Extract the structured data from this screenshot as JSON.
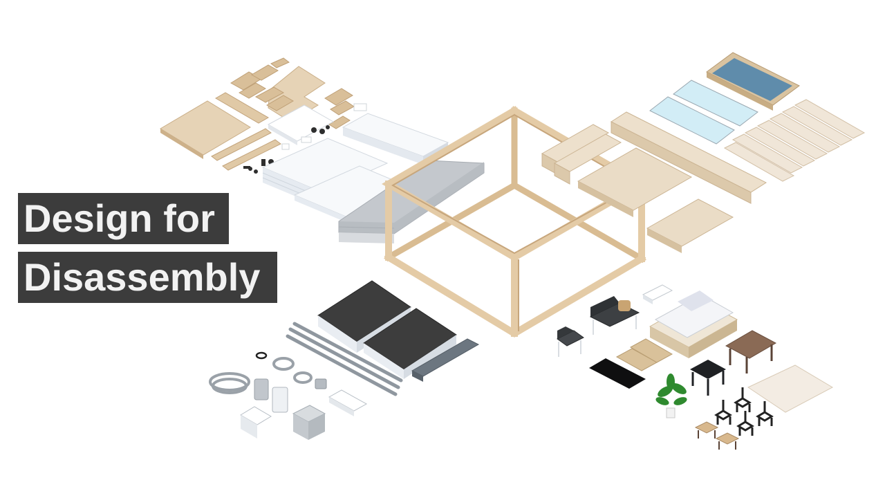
{
  "title": {
    "line1": "Design for",
    "line2": "Disassembly"
  },
  "colors": {
    "background": "#ffffff",
    "title_band": "#3c3c3c",
    "title_text": "#f2f2f2",
    "timber": "#e2c9a6",
    "timber_dark": "#c9ab84",
    "insulation": "#f4f6f9",
    "concrete": "#b9bdc2",
    "dark_panel": "#3a3a3a",
    "glass": "#cfe9f3",
    "pool_water": "#5d8aa8"
  },
  "scene_groups": [
    "timber-components",
    "insulation-and-concrete-panels",
    "cube-timber-frame",
    "glazing-and-decking",
    "roof-and-facade-panels",
    "building-services",
    "furniture-and-fittings"
  ]
}
